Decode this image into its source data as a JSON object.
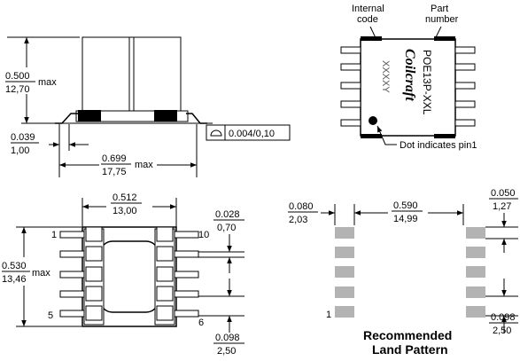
{
  "side_view": {
    "height_in": "0.500",
    "height_mm": "12,70",
    "height_suffix": "max",
    "standoff_in": "0.039",
    "standoff_mm": "1,00",
    "length_in": "0.699",
    "length_mm": "17,75",
    "length_suffix": "max",
    "coplanarity": "0.004/0,10"
  },
  "top_marking": {
    "internal_code_label_line1": "Internal",
    "internal_code_label_line2": "code",
    "part_number_label_line1": "Part",
    "part_number_label_line2": "number",
    "logo_text": "Coilcraft",
    "part_number_text": "POE13P-XXL",
    "internal_code_text": "XXXXY",
    "pin1_note": "Dot indicates pin1"
  },
  "bottom_view": {
    "width_in": "0.512",
    "width_mm": "13,00",
    "height_in": "0.530",
    "height_mm": "13,46",
    "height_suffix": "max",
    "lead_width_in": "0.028",
    "lead_width_mm": "0,70",
    "pitch_in": "0.098",
    "pitch_mm": "2,50",
    "pin_1": "1",
    "pin_5": "5",
    "pin_6": "6",
    "pin_10": "10"
  },
  "land_pattern": {
    "pad_length_in": "0.080",
    "pad_length_mm": "2,03",
    "span_in": "0.590",
    "span_mm": "14,99",
    "pad_width_in": "0.050",
    "pad_width_mm": "1,27",
    "pitch_in": "0.098",
    "pitch_mm": "2,50",
    "pin_1": "1",
    "title_line1": "Recommended",
    "title_line2": "Land Pattern"
  }
}
